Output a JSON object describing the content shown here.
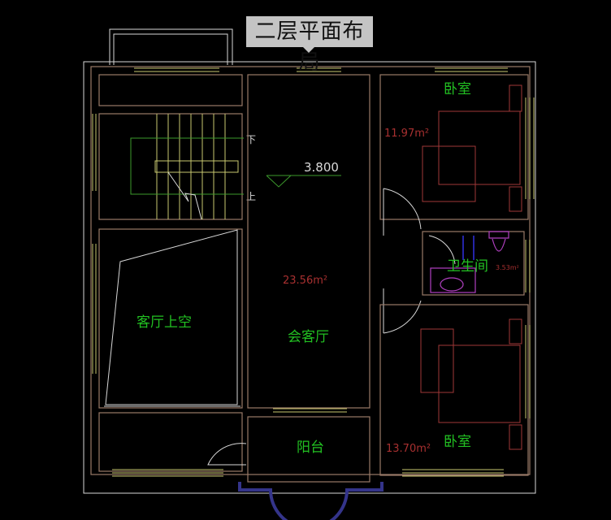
{
  "title": "二层平面布局",
  "rooms": {
    "bedroom_top": {
      "name": "卧室",
      "area": "11.97m²"
    },
    "bathroom": {
      "name": "卫生间",
      "area": "3.53m²"
    },
    "hall": {
      "name": "会客厅",
      "area": "23.56m²",
      "elevation": "3.800"
    },
    "living_void": {
      "name": "客厅上空"
    },
    "balcony": {
      "name": "阳台"
    },
    "bedroom_bottom": {
      "name": "卧室",
      "area": "13.70m²"
    }
  },
  "stairs": {
    "down": "下",
    "up": "上"
  },
  "colors": {
    "background": "#000000",
    "wall": "#9a7a68",
    "window": "#c8c870",
    "room_label": "#22c022",
    "area_label": "#a83030",
    "fixture": "#b040c0"
  }
}
